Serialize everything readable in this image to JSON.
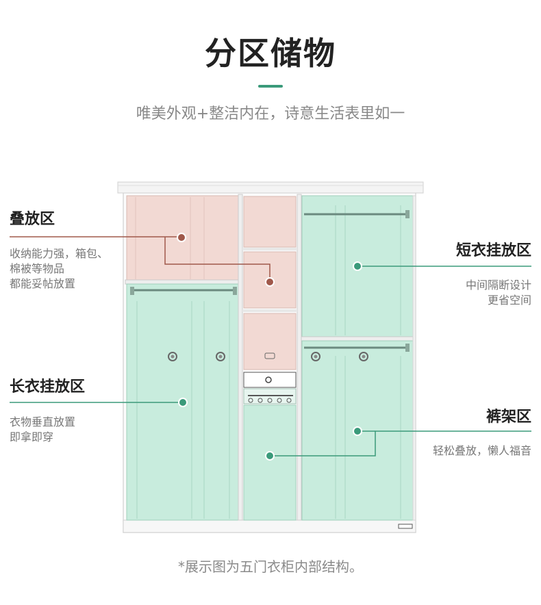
{
  "header": {
    "title": "分区储物",
    "subtitle": "唯美外观+整洁内在，诗意生活表里如一"
  },
  "colors": {
    "accent_green": "#3a9a7a",
    "accent_brown": "#a0584a",
    "fold_fill": "#f2d9d3",
    "hang_fill": "#c8ecdd"
  },
  "zones": {
    "fold": {
      "title": "叠放区",
      "desc": [
        "收纳能力强，箱包、",
        "棉被等物品",
        "都能妥帖放置"
      ]
    },
    "short_hang": {
      "title": "短衣挂放区",
      "desc": [
        "中间隔断设计",
        "更省空间"
      ]
    },
    "long_hang": {
      "title": "长衣挂放区",
      "desc": [
        "衣物垂直放置",
        "即拿即穿"
      ]
    },
    "pants": {
      "title": "裤架区",
      "desc": [
        "轻松叠放，懒人福音"
      ]
    }
  },
  "footnote": "*展示图为五门衣柜内部结构。"
}
